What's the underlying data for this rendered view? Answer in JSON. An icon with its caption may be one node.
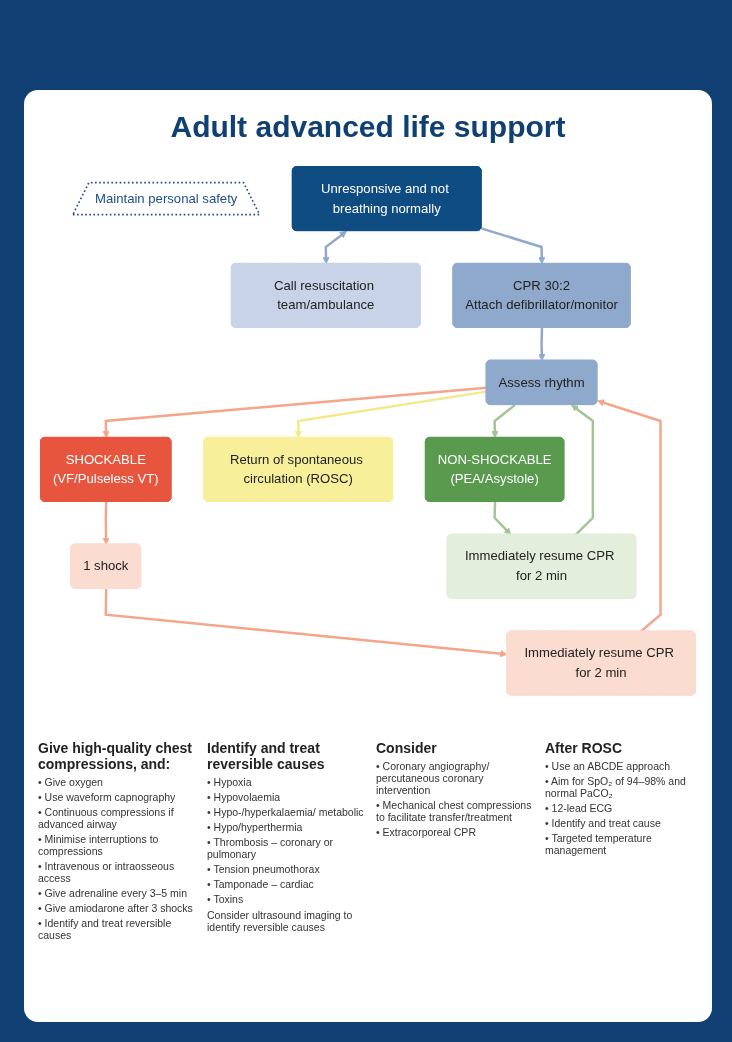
{
  "diagram": {
    "title": "Adult advanced life support",
    "nodes": [
      {
        "text": [
          "Maintain personal safety"
        ]
      },
      {
        "text": [
          "Unresponsive and not breathing normally"
        ]
      },
      {
        "text": [
          "Call resuscitation team/ambulance"
        ]
      },
      {
        "text": [
          "CPR 30:2",
          "Attach defibrillator/monitor"
        ]
      },
      {
        "text": [
          "Assess rhythm"
        ]
      },
      {
        "text": [
          "SHOCKABLE",
          "(VF/Pulseless VT)"
        ]
      },
      {
        "text": [
          "Return of spontaneous circulation (ROSC)"
        ]
      },
      {
        "text": [
          "NON-SHOCKABLE",
          "(PEA/Asystole)"
        ]
      },
      {
        "text": [
          "1 shock"
        ]
      },
      {
        "text": [
          "Immediately resume CPR for 2 min"
        ]
      },
      {
        "text": [
          "Immediately resume CPR for 2 min"
        ]
      }
    ],
    "edges": [
      {
        "from": 1,
        "to": 3,
        "arrow": "to",
        "color": "#8fa9cc"
      },
      {
        "from": 1,
        "to": 2,
        "arrow": "both",
        "color": "#8fa9cc"
      },
      {
        "from": 3,
        "to": 4,
        "arrow": "to",
        "color": "#8fa9cc"
      },
      {
        "from": 4,
        "to": 5,
        "arrow": "to",
        "color": "#f4a58a"
      },
      {
        "from": 4,
        "to": 6,
        "arrow": "to",
        "color": "#f2e98a"
      },
      {
        "from": 4,
        "to": 7,
        "arrow": "to",
        "color": "#a3c495"
      },
      {
        "from": 5,
        "to": 8,
        "arrow": "to",
        "color": "#f4a58a"
      },
      {
        "from": 8,
        "to": 9,
        "arrow": "to",
        "color": "#f4a58a"
      },
      {
        "from": 9,
        "to": 4,
        "arrow": "to",
        "color": "#f4a58a"
      },
      {
        "from": 7,
        "to": 10,
        "arrow": "to",
        "color": "#a3c495"
      },
      {
        "from": 10,
        "to": 4,
        "arrow": "to",
        "color": "#a3c495"
      }
    ],
    "labels": [
      "Give high-quality chest compressions, and:",
      "• Give oxygen",
      "• Use waveform capnography",
      "• Continuous compressions if advanced airway",
      "• Minimise interruptions to compressions",
      "• Intravenous or intraosseous access",
      "• Give adrenaline every 3–5 min",
      "• Give amiodarone after 3 shocks",
      "• Identify and treat reversible causes",
      "Identify and treat reversible causes",
      "• Hypoxia",
      "• Hypovolaemia",
      "• Hypo-/hyperkalaemia/ metabolic",
      "• Hypo/hyperthermia",
      "• Thrombosis – coronary or pulmonary",
      "• Tension pneumothorax",
      "• Tamponade – cardiac",
      "• Toxins",
      "Consider ultrasound imaging to identify reversible causes",
      "Consider",
      "• Coronary angiography/ percutaneous coronary intervention",
      "• Mechanical chest compressions to facilitate transfer/treatment",
      "• Extracorporeal CPR",
      "After ROSC",
      "• Use an ABCDE approach",
      "• Aim for SpO₂ of 94–98% and normal PaCO₂",
      "• 12-lead ECG",
      "• Identify and treat cause",
      "• Targeted temperature management"
    ]
  }
}
